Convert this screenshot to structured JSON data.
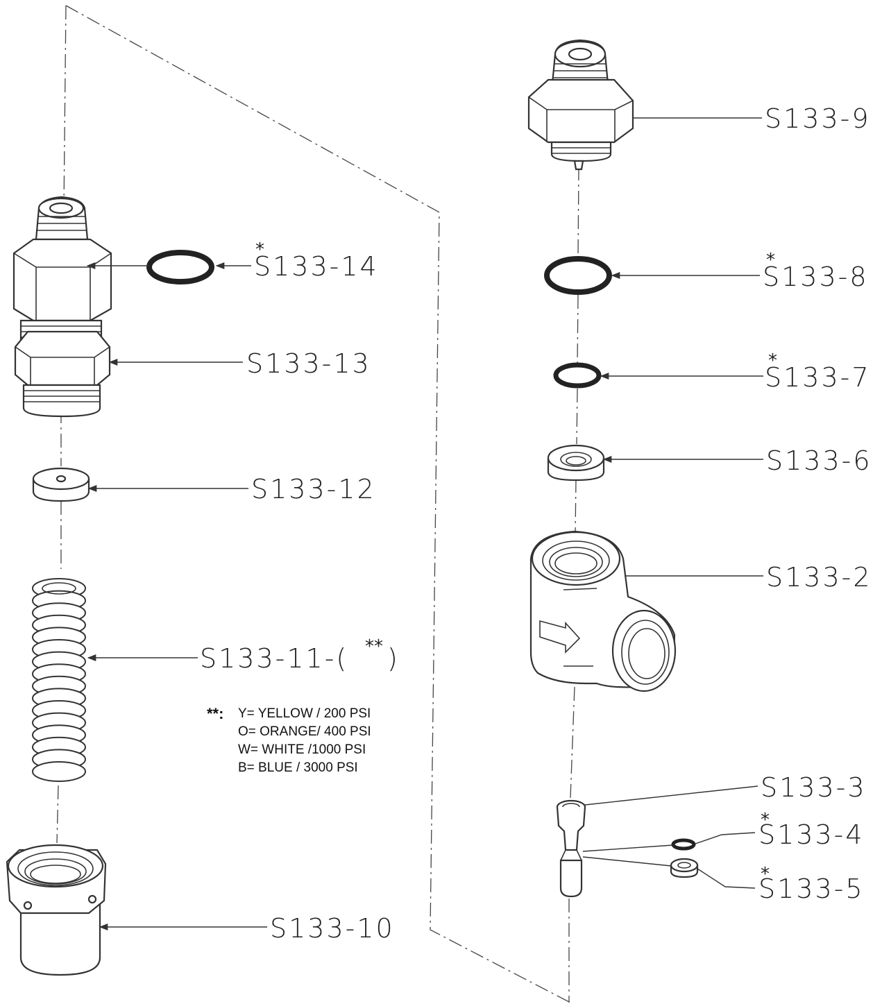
{
  "callouts": {
    "s133_14": "S133-14",
    "s133_13": "S133-13",
    "s133_12": "S133-12",
    "s133_11": "S133-11-(",
    "s133_11_close": ")",
    "s133_10": "S133-10",
    "s133_9": "S133-9",
    "s133_8": "S133-8",
    "s133_7": "S133-7",
    "s133_6": "S133-6",
    "s133_2": "S133-2",
    "s133_3": "S133-3",
    "s133_4": "S133-4",
    "s133_5": "S133-5"
  },
  "markers": {
    "single_star": "*",
    "double_star": "**"
  },
  "spring_note": {
    "key": "**:",
    "lines": [
      "Y= YELLOW / 200 PSI",
      "O= ORANGE/  400 PSI",
      "W= WHITE  /1000 PSI",
      "B= BLUE    / 3000 PSI"
    ]
  }
}
